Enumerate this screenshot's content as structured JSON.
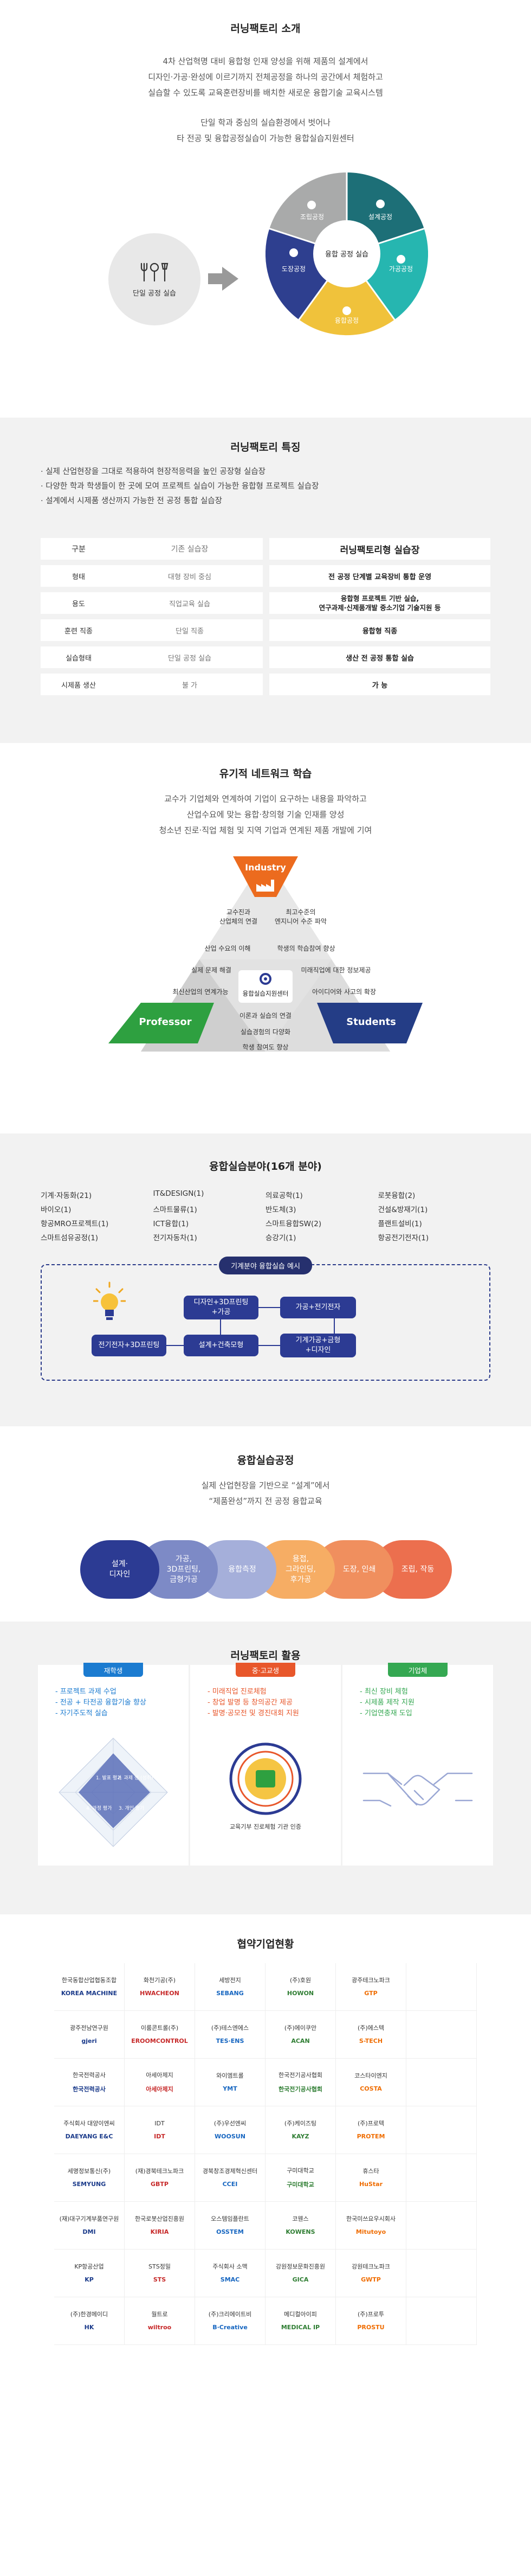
{
  "intro": {
    "title": "러닝팩토리 소개",
    "desc": [
      "4차 산업혁명 대비 융합형 인재 양성을 위해 제품의 설계에서",
      "디자인·가공·완성에 이르기까지 전체공정을 하나의 공간에서 체험하고",
      "실습할 수 있도록 교육훈련장비를 배치한 새로운 융합기술 교육시스템"
    ],
    "desc2": [
      "단일 학과 중심의 실습환경에서 벗어나",
      "타 전공 및 융합공정실습이 가능한 융합실습지원센터"
    ],
    "solo_label": "단일 공정 실습",
    "center_label": "융합 공정 실습",
    "segments": [
      "조립공정",
      "설계공정",
      "가공공정",
      "융합공정",
      "도장공정"
    ],
    "colors": {
      "teal": "#1d6f77",
      "cyan": "#26b6b0",
      "yellow": "#f0c23b",
      "gray": "#a9aaaa",
      "navy": "#2e3f8f"
    }
  },
  "features": {
    "title": "러닝팩토리 특징",
    "bullets": [
      "· 실제 산업현장을 그대로 적용하여 현장적응력을 높인 공장형 실습장",
      "· 다양한 학과 학생들이 한 곳에 모여 프로젝트 실습이 가능한 융합형 프로젝트 실습장",
      "· 설계에서 시제품 생산까지 가능한 전 공정 통합 실습장"
    ],
    "table": {
      "header": [
        "구분",
        "기존 실습장",
        "러닝팩토리형 실습장"
      ],
      "rows": [
        [
          "형태",
          "대형 장비 중심",
          "전 공정 단계별 교육장비 통합 운영"
        ],
        [
          "용도",
          "직업교육 실습",
          "융합형 프로젝트 기반 실습,\n연구과제·신제품개발 중소기업 기술지원 등"
        ],
        [
          "훈련 직종",
          "단일 직종",
          "융합형 직종"
        ],
        [
          "실습형태",
          "단일 공정 실습",
          "생산 전 공정 통합 실습"
        ],
        [
          "시제품 생산",
          "불 가",
          "가 능"
        ]
      ]
    }
  },
  "network": {
    "title": "유기적 네트워크 학습",
    "desc": [
      "교수가 기업체와 연계하여 기업이 요구하는 내용을 파악하고",
      "산업수요에 맞는 융합·창의형 기술 인재를 양성",
      "청소년 진로·직업 체험 및 지역 기업과 연계된 제품 개발에 기여"
    ],
    "industry": "Industry",
    "professor": "Professor",
    "students": "Students",
    "center": "융합실습지원센터",
    "cells": [
      "교수진과\n산업체의 연결",
      "최고수준의\n엔지니어 수준 파악",
      "산업 수요의 이해",
      "학생의 학습참여 향상",
      "실제 문제 해결",
      "미래직업에 대한 정보제공",
      "최신산업의 연계가능",
      "아이디어와 사고의 확장",
      "이론과 실습의 연결",
      "실습경험의 다양화",
      "학생 참여도 향상"
    ]
  },
  "fields": {
    "title": "융합실습분야(16개 분야)",
    "items": [
      "기계·자동화(21)",
      "IT&DESIGN(1)",
      "의료공학(1)",
      "로봇융합(2)",
      "바이오(1)",
      "스마트물류(1)",
      "반도체(3)",
      "건설&방재기(1)",
      "항공MRO프로젝트(1)",
      "ICT융합(1)",
      "스마트융합SW(2)",
      "플랜트설비(1)",
      "스마트섬유공정(1)",
      "전기자동차(1)",
      "승강기(1)",
      "항공전기전자(1)"
    ],
    "example_title": "기계분야 융합실습 예시",
    "nodes": [
      "디자인+3D프린팅\n+가공",
      "가공+전기전자",
      "전기전자+3D프린팅",
      "설계+건축모형",
      "기계가공+금형\n+디자인"
    ]
  },
  "process": {
    "title": "융합실습공정",
    "desc": [
      "실제 산업현장을 기반으로 “설계”에서",
      "“제품완성”까지 전 공정 융합교육"
    ],
    "steps": [
      "설계·\n디자인",
      "가공,\n3D프린팅,\n금형가공",
      "융합측정",
      "용접,\n그라인딩,\n후가공",
      "도장, 인쇄",
      "조립, 작동"
    ]
  },
  "usage": {
    "title": "러닝팩토리 활용",
    "cards": [
      {
        "tag": "재학생",
        "items": [
          "- 프로젝트 과제 수업",
          "- 전공 + 타전공 융합기술 향상",
          "- 자기주도적 실습"
        ],
        "color": "#1b7bd0"
      },
      {
        "tag": "중·고교생",
        "items": [
          "- 미래직업 진로체험",
          "- 창업 발명 등 창의공간 제공",
          "- 발명·공모전 및 경진대회 지원"
        ],
        "color": "#e8572b"
      },
      {
        "tag": "기업체",
        "items": [
          "- 최신 장비 체험",
          "- 시제품 제작 지원",
          "- 기업연충재 도입"
        ],
        "color": "#35a852"
      }
    ],
    "radar": [
      "1. 발표 평가",
      "2. 과제 성 (성취)",
      "3. 개인 평가",
      "4. 과정 평가"
    ],
    "badge_caption": "교육기부 진로체험 기관 인증"
  },
  "partners": {
    "title": "협약기업현황",
    "items": [
      {
        "name": "한국동합산업협동조합",
        "logo": "KOREA MACHINE"
      },
      {
        "name": "화천기공(주)",
        "logo": "HWACHEON"
      },
      {
        "name": "세방전지",
        "logo": "SEBANG"
      },
      {
        "name": "(주)호원",
        "logo": "HOWON"
      },
      {
        "name": "광주테크노파크",
        "logo": "GTP"
      },
      {
        "name": "",
        "logo": ""
      },
      {
        "name": "광주전남연구원",
        "logo": "gjeri"
      },
      {
        "name": "이룸콘트롤(주)",
        "logo": "EROOMCONTROL"
      },
      {
        "name": "(주)테스엔에스",
        "logo": "TES·ENS"
      },
      {
        "name": "(주)에이쿠안",
        "logo": "ACAN"
      },
      {
        "name": "(주)에스텍",
        "logo": "S-TECH"
      },
      {
        "name": "",
        "logo": ""
      },
      {
        "name": "한국전력공사",
        "logo": "한국전력공사"
      },
      {
        "name": "아세아제지",
        "logo": "아세아제지"
      },
      {
        "name": "와이엠트롤",
        "logo": "YMT"
      },
      {
        "name": "한국전기공사협회",
        "logo": "한국전기공사협회"
      },
      {
        "name": "코스타이엔지",
        "logo": "COSTA"
      },
      {
        "name": "",
        "logo": ""
      },
      {
        "name": "주식회사 대양이엔씨",
        "logo": "DAEYANG E&C"
      },
      {
        "name": "IDT",
        "logo": "IDT"
      },
      {
        "name": "(주)우선엔씨",
        "logo": "WOOSUN"
      },
      {
        "name": "(주)케이즈팅",
        "logo": "KAYZ"
      },
      {
        "name": "(주)프로텍",
        "logo": "PROTEM"
      },
      {
        "name": "",
        "logo": ""
      },
      {
        "name": "세명정보통신(주)",
        "logo": "SEMYUNG"
      },
      {
        "name": "(재)경북테크노파크",
        "logo": "GBTP"
      },
      {
        "name": "경북창조경제혁신센터",
        "logo": "CCEI"
      },
      {
        "name": "구미대학교",
        "logo": "구미대학교"
      },
      {
        "name": "휴스타",
        "logo": "HuStar"
      },
      {
        "name": "",
        "logo": ""
      },
      {
        "name": "(재)대구기계부품연구원",
        "logo": "DMI"
      },
      {
        "name": "한국로봇산업진흥원",
        "logo": "KIRIA"
      },
      {
        "name": "오스템임플란트",
        "logo": "OSSTEM"
      },
      {
        "name": "코웬스",
        "logo": "KOWENS"
      },
      {
        "name": "한국미쓰요우시회사",
        "logo": "Mitutoyo"
      },
      {
        "name": "",
        "logo": ""
      },
      {
        "name": "KP항공산업",
        "logo": "KP"
      },
      {
        "name": "STS정밀",
        "logo": "STS"
      },
      {
        "name": "주식회사 소맥",
        "logo": "SMAC"
      },
      {
        "name": "강원정보문화진흥원",
        "logo": "GICA"
      },
      {
        "name": "강원테크노파크",
        "logo": "GWTP"
      },
      {
        "name": "",
        "logo": ""
      },
      {
        "name": "(주)한경메이디",
        "logo": "HK"
      },
      {
        "name": "월트로",
        "logo": "wiltroo"
      },
      {
        "name": "(주)크리에이트비",
        "logo": "B·Creative"
      },
      {
        "name": "메디컬아이피",
        "logo": "MEDICAL IP"
      },
      {
        "name": "(주)프로투",
        "logo": "PROSTU"
      },
      {
        "name": "",
        "logo": ""
      }
    ]
  }
}
